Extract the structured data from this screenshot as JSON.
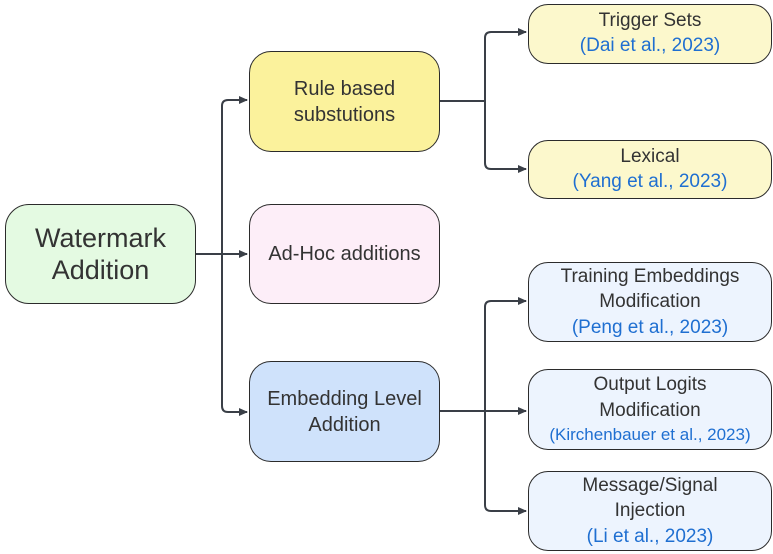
{
  "colors": {
    "root_fill": "#e4fae2",
    "rule_fill": "#fbf29c",
    "adhoc_fill": "#fdeef8",
    "embed_fill": "#cfe2fb",
    "leaf_yellow_fill": "#fcf8cc",
    "leaf_blue_fill": "#edf4fe",
    "citation_text": "#1f6fd1",
    "connector": "#3a3f47"
  },
  "root": {
    "lines": [
      "Watermark",
      "Addition"
    ]
  },
  "branches": {
    "rule": {
      "lines": [
        "Rule based",
        "substutions"
      ]
    },
    "adhoc": {
      "lines": [
        "Ad-Hoc additions"
      ]
    },
    "embed": {
      "lines": [
        "Embedding Level",
        "Addition"
      ]
    }
  },
  "leaves": {
    "trigger": {
      "lines": [
        "Trigger Sets"
      ],
      "citation": "(Dai et al., 2023)"
    },
    "lexical": {
      "lines": [
        "Lexical"
      ],
      "citation": "(Yang et al., 2023)"
    },
    "training": {
      "lines": [
        "Training Embeddings",
        "Modification"
      ],
      "citation": "(Peng et al., 2023)"
    },
    "output": {
      "lines": [
        "Output Logits",
        "Modification"
      ],
      "citation": "(Kirchenbauer et al., 2023)"
    },
    "message": {
      "lines": [
        "Message/Signal",
        "Injection"
      ],
      "citation": "(Li et al., 2023)"
    }
  }
}
